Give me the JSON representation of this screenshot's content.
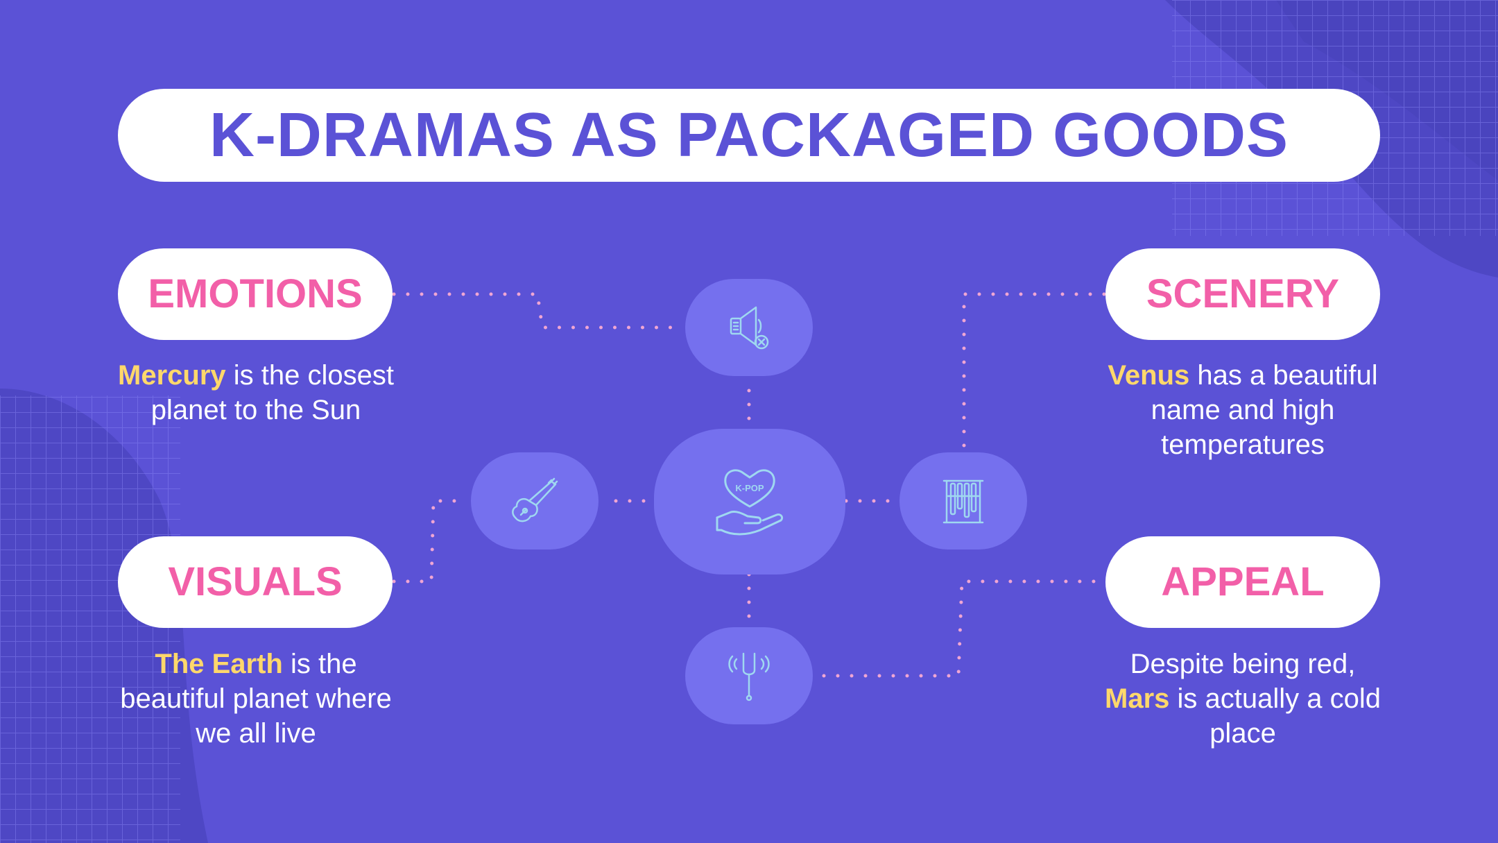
{
  "title": "K-DRAMAS AS PACKAGED GOODS",
  "colors": {
    "background": "#5b52d6",
    "accent_pink": "#f25fa8",
    "highlight_yellow": "#ffd86b",
    "node_fill": "#7570ee",
    "icon_line": "#9fd8f0",
    "dots": "#f0a6d3"
  },
  "cards": {
    "emotions": {
      "label": "EMOTIONS",
      "desc_highlight": "Mercury",
      "desc_rest": " is the closest planet to the Sun"
    },
    "visuals": {
      "label": "VISUALS",
      "desc_highlight": "The Earth",
      "desc_rest": " is the beautiful planet where we all live"
    },
    "scenery": {
      "label": "SCENERY",
      "desc_highlight": "Venus",
      "desc_rest": " has a beautiful name and high temperatures"
    },
    "appeal": {
      "label": "APPEAL",
      "desc_before": "Despite being red, ",
      "desc_highlight": "Mars",
      "desc_after": " is actually a cold place"
    }
  },
  "nodes": {
    "center": {
      "icon": "heart-hand-icon",
      "text": "K-POP"
    },
    "top": {
      "icon": "speaker-muted-icon"
    },
    "left": {
      "icon": "electric-guitar-icon"
    },
    "right": {
      "icon": "chimes-icon"
    },
    "bottom": {
      "icon": "tuning-fork-icon"
    }
  }
}
